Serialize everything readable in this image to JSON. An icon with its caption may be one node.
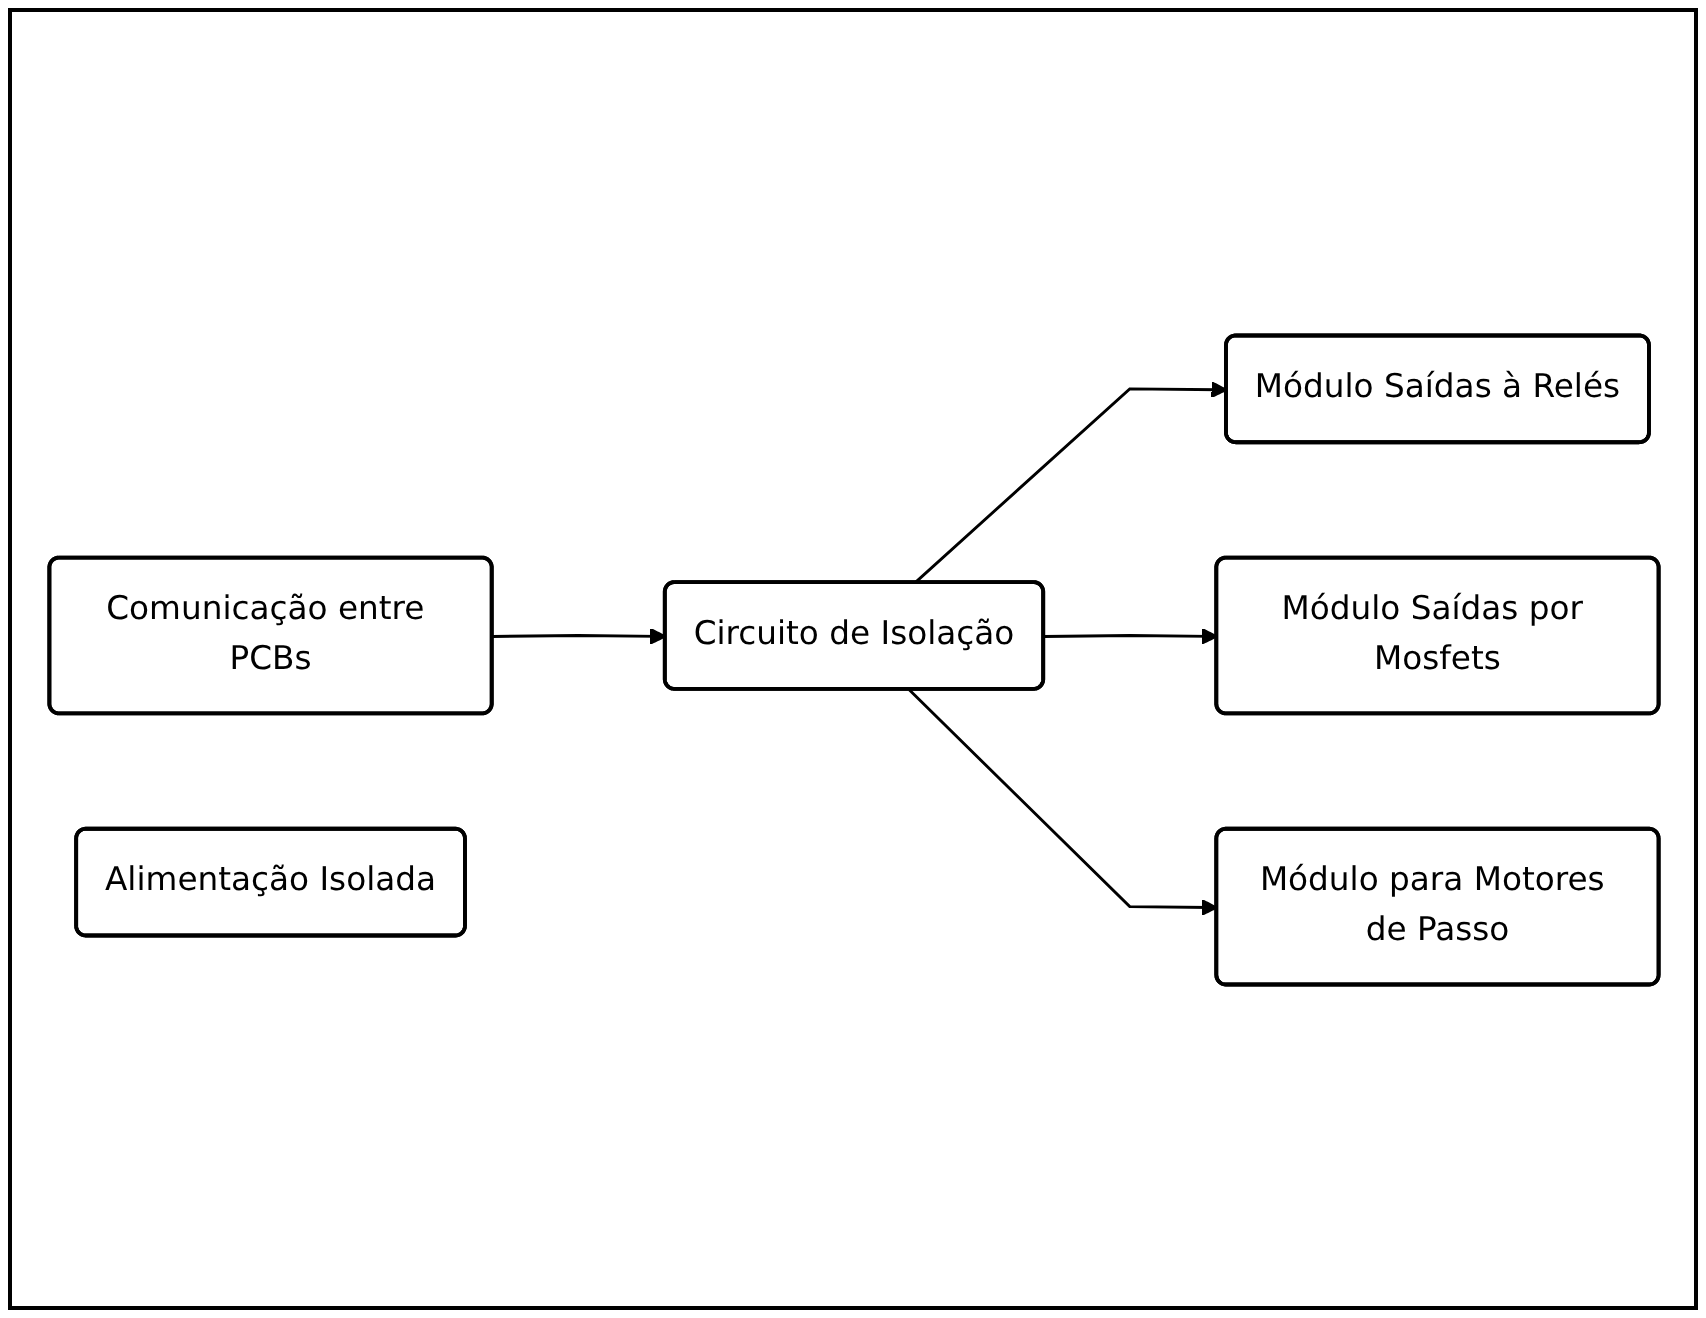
{
  "diagram": {
    "nodes": [
      {
        "text": [
          "Módulo Saídas à Relés"
        ]
      },
      {
        "text": [
          "Módulo Saídas por Mosfets"
        ]
      },
      {
        "text": [
          "Comunicação entre PCBs"
        ]
      },
      {
        "text": [
          "Circuito de Isolação"
        ]
      },
      {
        "text": [
          "Módulo para Motores de Passo"
        ]
      },
      {
        "text": [
          "Alimentação Isolada"
        ]
      }
    ],
    "edges": [
      {
        "from": 3,
        "to": 0,
        "arrow": "to"
      },
      {
        "from": 3,
        "to": 1,
        "arrow": "to"
      },
      {
        "from": 2,
        "to": 3,
        "arrow": "to"
      },
      {
        "from": 3,
        "to": 4,
        "arrow": "to"
      }
    ]
  }
}
